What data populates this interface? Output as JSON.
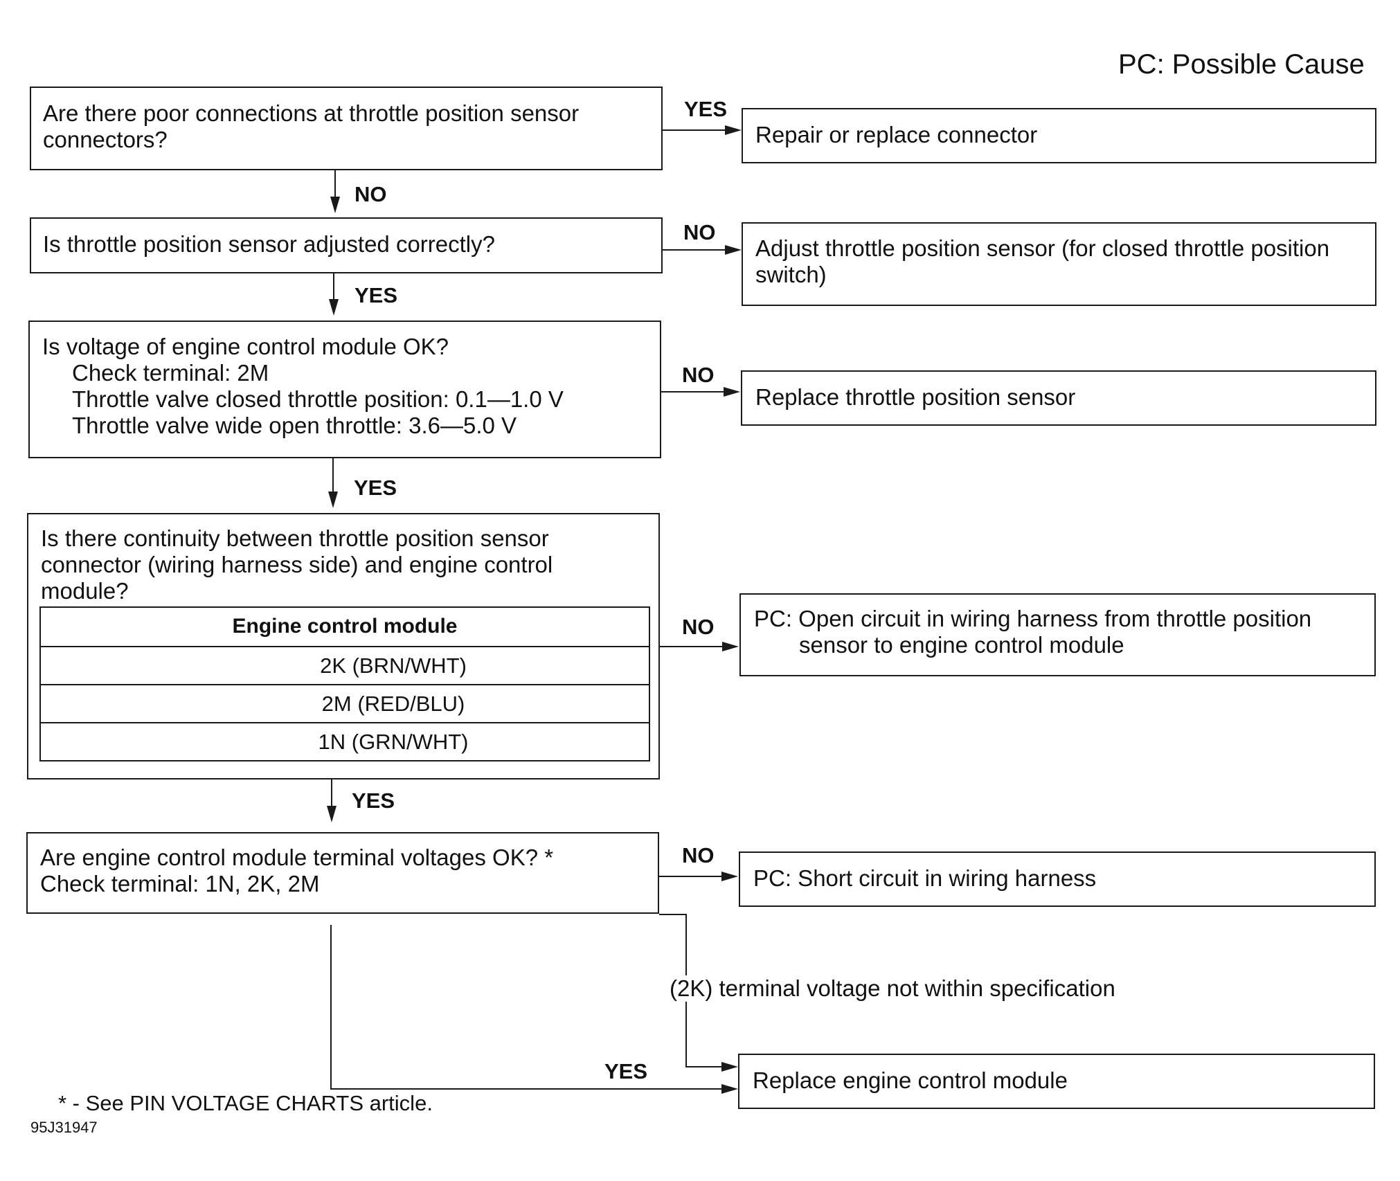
{
  "legend": "PC: Possible Cause",
  "questions": {
    "q1": [
      "Are there poor connections at throttle position sensor",
      "connectors?"
    ],
    "q2": "Is throttle position sensor adjusted correctly?",
    "q3": {
      "title": "Is voltage of engine control module OK?",
      "details": [
        "Check terminal: 2M",
        "Throttle valve closed throttle position: 0.1—1.0 V",
        "Throttle valve wide open throttle: 3.6—5.0 V"
      ]
    },
    "q4": {
      "lines": [
        "Is there continuity between throttle position sensor",
        "connector (wiring harness side) and engine control",
        "module?"
      ],
      "table": {
        "header": "Engine control module",
        "rows": [
          "2K (BRN/WHT)",
          "2M (RED/BLU)",
          "1N (GRN/WHT)"
        ]
      }
    },
    "q5": [
      "Are engine control module terminal voltages OK? *",
      "Check terminal: 1N, 2K, 2M"
    ]
  },
  "actions": {
    "a1": "Repair or replace connector",
    "a2": [
      "Adjust throttle position sensor (for closed throttle position",
      "switch)"
    ],
    "a3": "Replace throttle position sensor",
    "a4": [
      "PC: Open circuit in wiring harness from throttle position",
      "sensor to engine control module"
    ],
    "a5": "PC: Short circuit in wiring harness",
    "a6": "Replace engine control module"
  },
  "labels": {
    "yes": "YES",
    "no": "NO",
    "spec_note": "(2K) terminal voltage not within specification"
  },
  "footnote": "* - See PIN VOLTAGE CHARTS article.",
  "figure_code": "95J31947"
}
